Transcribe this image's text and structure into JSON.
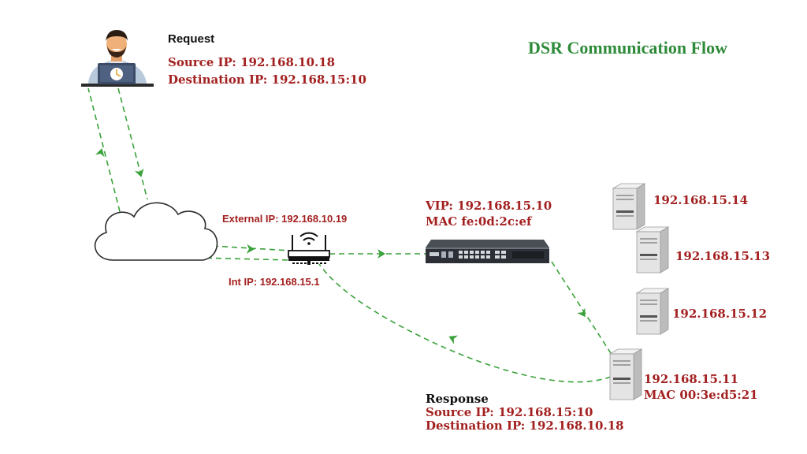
{
  "title": "DSR Communication Flow",
  "request": {
    "title": "Request",
    "source": "Source IP: 192.168.10.18",
    "destination": "Destination IP: 192.168.15:10"
  },
  "router": {
    "external_ip": "External IP: 192.168.10.19",
    "internal_ip": "Int IP: 192.168.15.1"
  },
  "load_balancer": {
    "vip": "VIP: 192.168.15.10",
    "mac": "MAC fe:0d:2c:ef"
  },
  "servers": [
    {
      "ip": "192.168.15.14"
    },
    {
      "ip": "192.168.15.13"
    },
    {
      "ip": "192.168.15.12"
    },
    {
      "ip": "192.168.15.11",
      "mac": "MAC 00:3e:d5:21"
    }
  ],
  "response": {
    "title": "Response",
    "source": "Source IP: 192.168.15:10",
    "destination": "Destination IP: 192.168.10.18"
  },
  "colors": {
    "flow_line": "#3aa23a",
    "title": "#2e8b3a",
    "label_red": "#a32020"
  }
}
